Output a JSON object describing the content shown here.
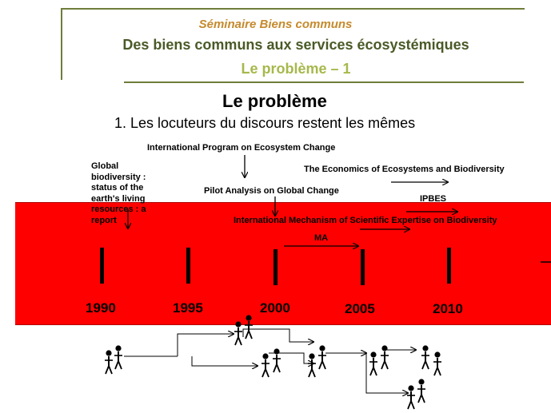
{
  "header": {
    "seminar": "Séminaire Biens communs",
    "title": "Des biens communs aux services écosystémiques",
    "subtitle": "Le problème – 1"
  },
  "main": {
    "title": "Le problème",
    "subtitle": "1. Les locuteurs du discours restent les mêmes"
  },
  "timeline": {
    "labels": {
      "iprog": "International Program on Ecosystem Change",
      "global_bio": "Global biodiversity : status of the earth's living resources : a report",
      "teeb": "The Economics of Ecosystems and Biodiversity",
      "pilot": "Pilot Analysis on Global Change",
      "ipbes": "IPBES",
      "imoseb": "International Mechanism of Scientific Expertise on Biodiversity",
      "ma": "MA"
    },
    "years": [
      "1990",
      "1995",
      "2000",
      "2005",
      "2010"
    ]
  },
  "colors": {
    "band": "#ff0000",
    "header_rule": "#6e7d3a",
    "seminar_text": "#c58a2d",
    "title_text": "#4a5a27",
    "subtitle_text": "#a7b84b"
  }
}
